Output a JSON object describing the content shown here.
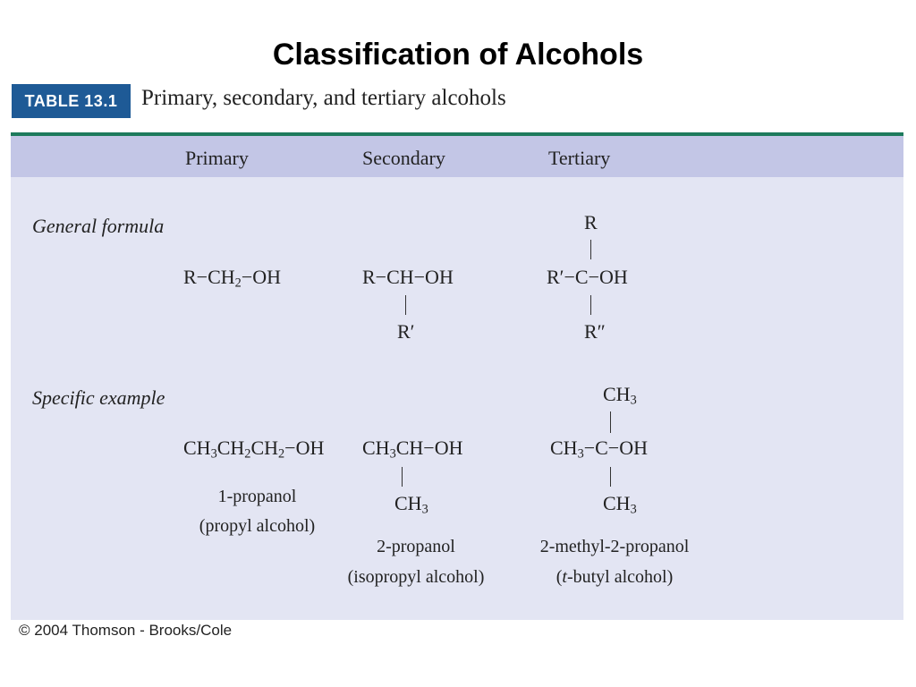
{
  "slide": {
    "title": "Classification of Alcohols",
    "copyright": "© 2004 Thomson - Brooks/Cole"
  },
  "table": {
    "tag": "TABLE 13.1",
    "caption": "Primary, secondary, and tertiary alcohols",
    "columns": [
      "Primary",
      "Secondary",
      "Tertiary"
    ],
    "rows": {
      "general_formula": {
        "label": "General formula",
        "primary": {
          "main_a": "R−CH",
          "main_sub": "2",
          "main_b": "−OH"
        },
        "secondary": {
          "main": "R−CH−OH",
          "below": "R′"
        },
        "tertiary": {
          "above": "R",
          "main": "R′−C−OH",
          "below": "R″"
        }
      },
      "specific_example": {
        "label": "Specific example",
        "primary": {
          "formula": [
            "CH",
            "3",
            "CH",
            "2",
            "CH",
            "2",
            "−OH"
          ],
          "name1": "1-propanol",
          "name2": "(propyl alcohol)"
        },
        "secondary": {
          "formula": [
            "CH",
            "3",
            "CH−OH"
          ],
          "below": [
            "CH",
            "3"
          ],
          "name1": "2-propanol",
          "name2": "(isopropyl alcohol)"
        },
        "tertiary": {
          "above": [
            "CH",
            "3"
          ],
          "formula": [
            "CH",
            "3",
            "−C−OH"
          ],
          "below": [
            "CH",
            "3"
          ],
          "name1": "2-methyl-2-propanol",
          "name2_italic": "t",
          "name2_rest": "-butyl alcohol)",
          "name2_open": "("
        }
      }
    }
  }
}
